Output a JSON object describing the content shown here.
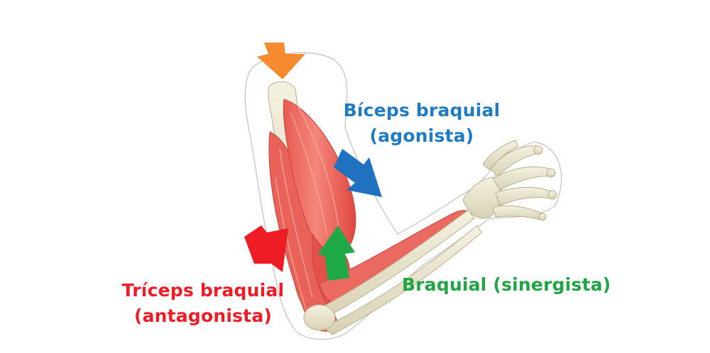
{
  "labels": {
    "biceps": {
      "line1": "Bíceps braquial",
      "line2": "(agonista)",
      "color": "#1f7bc4"
    },
    "triceps": {
      "line1": "Tríceps braquial",
      "line2": "(antagonista)",
      "color": "#ef1c25"
    },
    "braquial": {
      "line1": "Braquial (sinergista)",
      "color": "#20a444"
    }
  },
  "arrows": {
    "orange": {
      "color": "#f58a2e",
      "icon": "orange-arrow-icon"
    },
    "blue": {
      "color": "#1f72c0",
      "icon": "blue-arrow-icon"
    },
    "red": {
      "color": "#ee1c25",
      "icon": "red-arrow-icon"
    },
    "green": {
      "color": "#1fa846",
      "icon": "green-arrow-icon"
    }
  }
}
